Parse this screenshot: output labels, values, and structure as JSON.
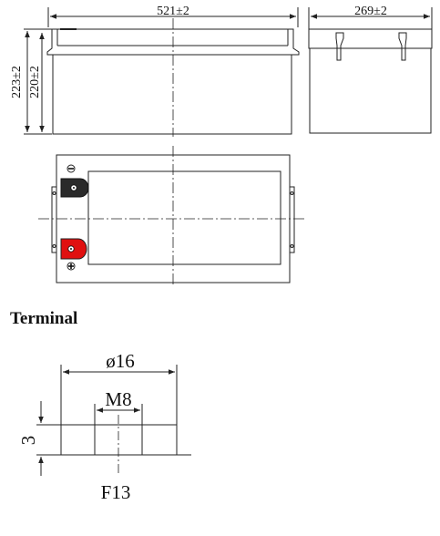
{
  "dimensions": {
    "length": "521±2",
    "width": "269±2",
    "total_height": "223±2",
    "container_height": "220±2"
  },
  "terminal": {
    "heading": "Terminal",
    "outer_diameter": "ø16",
    "thread": "M8",
    "height": "3",
    "type": "F13"
  },
  "colors": {
    "line": "#222222",
    "negative_terminal": "#2a2a2a",
    "positive_terminal": "#e01010"
  }
}
